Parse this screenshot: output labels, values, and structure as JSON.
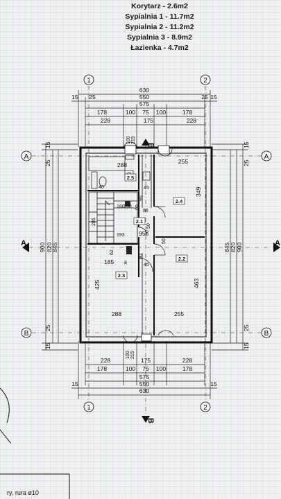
{
  "legend": [
    {
      "room": "Korytarz",
      "area": "2.6m2"
    },
    {
      "room": "Sypialnia 1",
      "area": "11.7m2"
    },
    {
      "room": "Sypialnia 2",
      "area": "11.2m2"
    },
    {
      "room": "Sypialnia 3",
      "area": "8.9m2"
    },
    {
      "room": "Łazienka",
      "area": "4.7m2"
    }
  ],
  "dimensions": {
    "top": {
      "overall": "630",
      "outer": "575",
      "inner": "550",
      "edge_left": "15",
      "edge_right": "15",
      "wall_left": "25",
      "wall_right": "25",
      "row1": [
        "178",
        "100",
        "75",
        "100",
        "178"
      ],
      "row2": [
        "228",
        "175",
        "228"
      ]
    },
    "bottom": {
      "overall": "630",
      "outer": "575",
      "inner": "550",
      "edge_left": "15",
      "edge_right": "15",
      "row1": [
        "228",
        "175",
        "228"
      ],
      "row2": [
        "178",
        "100",
        "75",
        "100",
        "178"
      ]
    },
    "left": {
      "top_edge": "15",
      "top_wall": "25",
      "bot_wall": "25",
      "bot_edge": "15",
      "vals": [
        "900",
        "820",
        "845"
      ]
    },
    "right": {
      "top_edge": "15",
      "top_wall": "25",
      "bot_wall": "25",
      "bot_edge": "15",
      "vals": [
        "845",
        "820",
        "900"
      ]
    },
    "window_top": [
      "100",
      "215"
    ],
    "window_bottom": [
      "100",
      "215"
    ]
  },
  "axes": {
    "col1": "1",
    "col2": "2",
    "rowA": "A",
    "rowB": "B",
    "section_v": "A",
    "section_h": "B"
  },
  "rooms": [
    {
      "tag": "2.5",
      "dims": [
        "288",
        "45"
      ]
    },
    {
      "tag": "2.4",
      "dims": [
        "255",
        "349"
      ]
    },
    {
      "tag": "2.1",
      "dims": [
        "86",
        "95",
        "193"
      ]
    },
    {
      "tag": "2.2",
      "dims": [
        "463"
      ]
    },
    {
      "tag": "2.3",
      "dims": [
        "185",
        "425",
        "288",
        "255"
      ]
    }
  ],
  "misc_dims": [
    "40",
    "90",
    "90",
    "180",
    "190",
    "285",
    "62",
    "8",
    "50",
    "90",
    "45",
    "50",
    "90"
  ],
  "note": "ry, rura ø10"
}
